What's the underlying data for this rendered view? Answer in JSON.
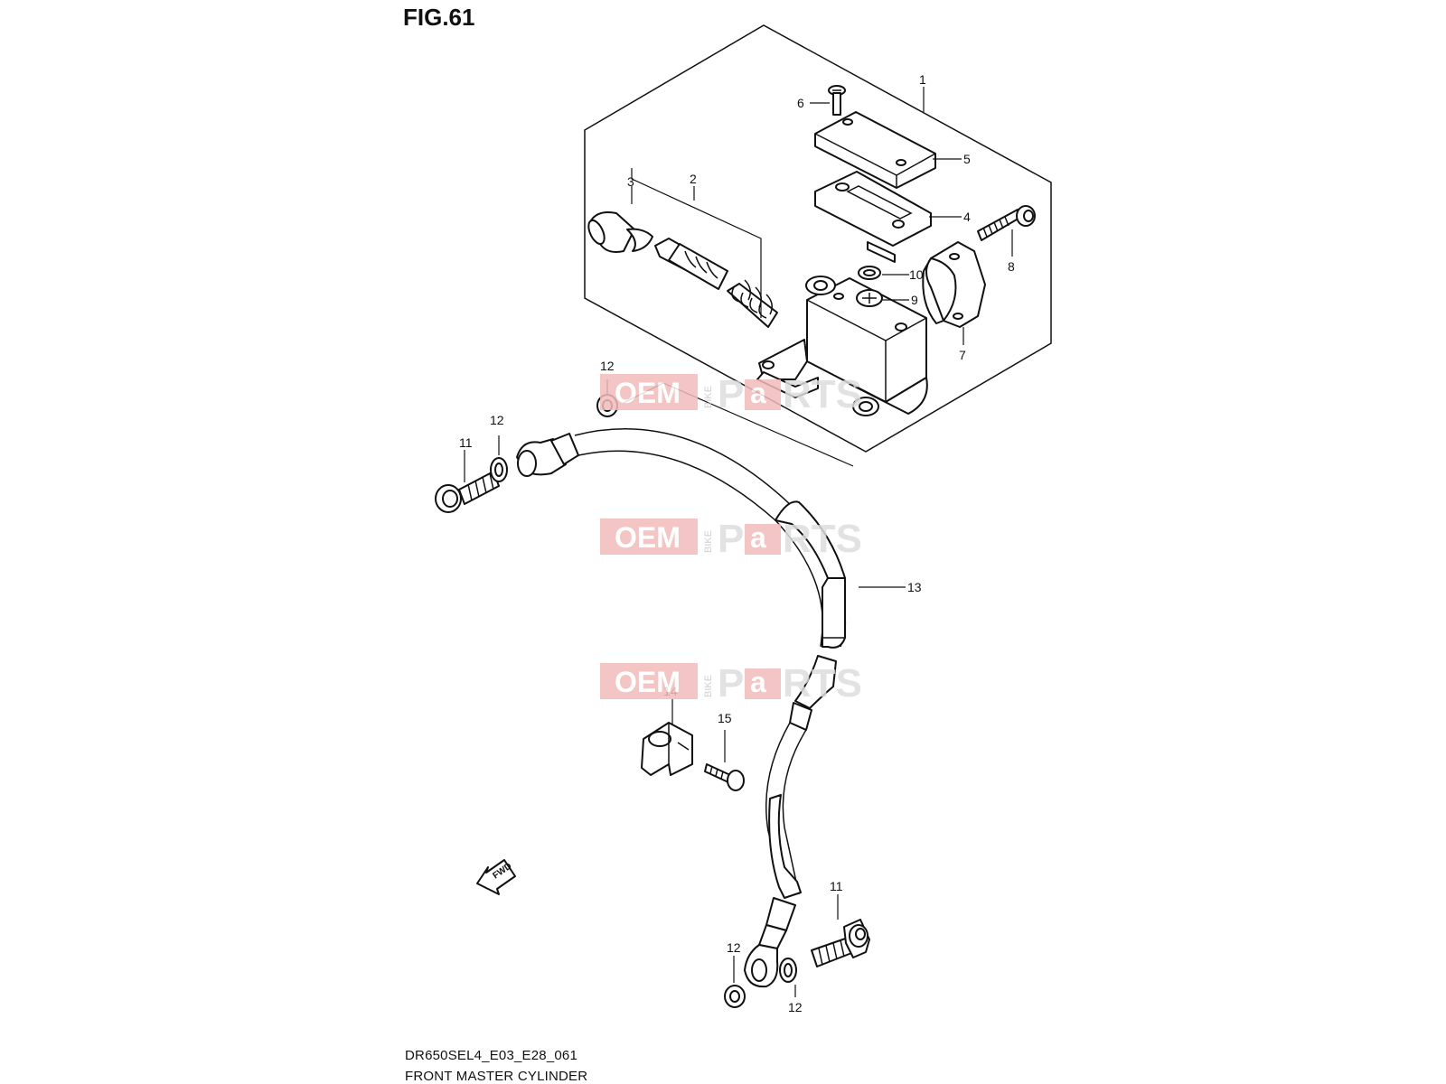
{
  "figure": {
    "title": "FIG.61",
    "caption_code": "DR650SEL4_E03_E28_061",
    "caption_name": "FRONT MASTER CYLINDER"
  },
  "callouts": [
    "1",
    "2",
    "3",
    "4",
    "5",
    "6",
    "7",
    "8",
    "9",
    "10",
    "11",
    "12",
    "12",
    "13",
    "14",
    "15",
    "11",
    "12",
    "12"
  ],
  "watermark": {
    "oem": "OEM",
    "bike": "BIKE",
    "p": "P",
    "a": "a",
    "rts": "RTS"
  },
  "fwd_label": "FWD",
  "colors": {
    "line": "#111111",
    "watermark_red": "#f2bcbc",
    "watermark_grey": "#dddddd"
  }
}
